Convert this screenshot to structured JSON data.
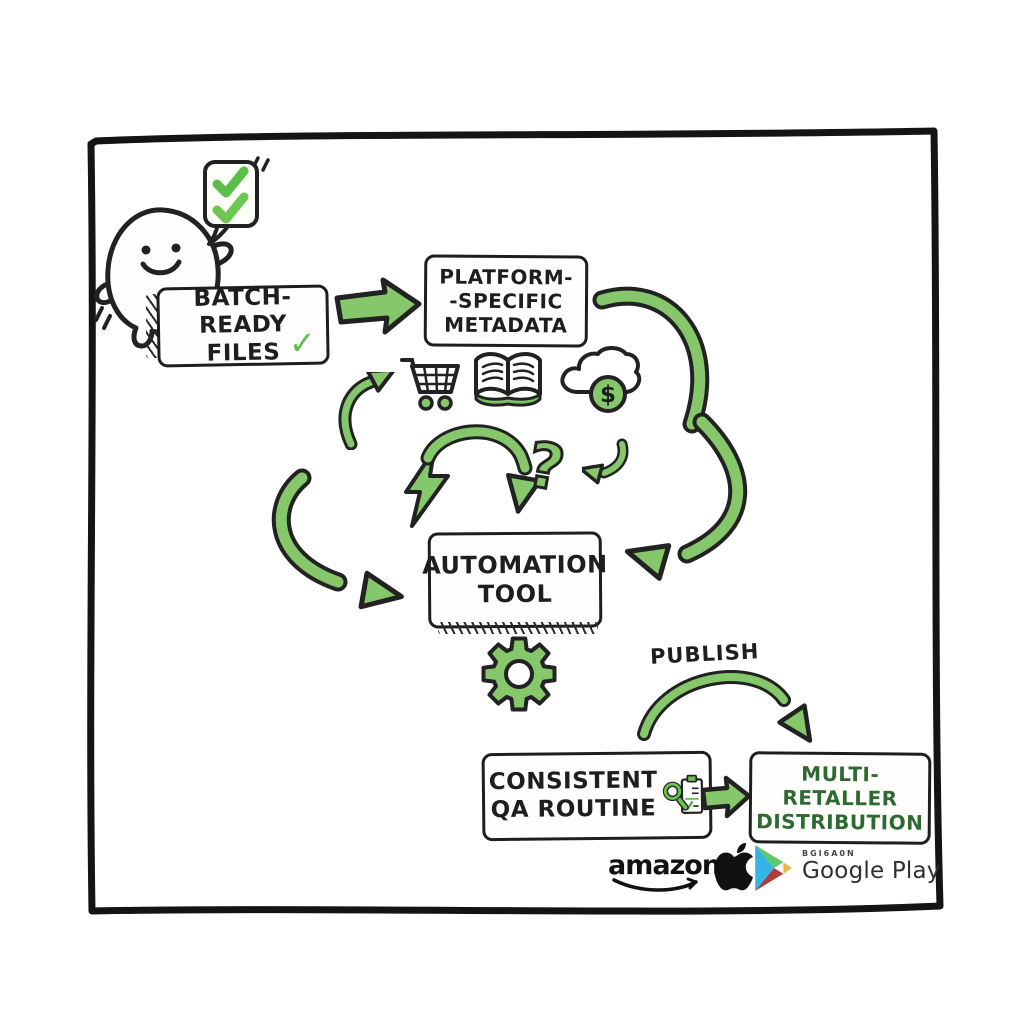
{
  "boxes": {
    "batch": {
      "line1": "BATCH-READY",
      "line2": "FILES"
    },
    "metadata": {
      "line1": "PLATFORM-",
      "line2": "-SPECIFIC",
      "line3": "METADATA"
    },
    "automation": {
      "line1": "AUTOMATION",
      "line2": "TOOL"
    },
    "qa": {
      "line1": "CONSISTENT",
      "line2": "QA ROUTINE"
    },
    "distribution": {
      "line1": "MULTI-RETALLER",
      "line2": "DISTRIBUTION"
    }
  },
  "labels": {
    "publish": "PUBLISH",
    "question_mark": "?",
    "check": "✓",
    "dollar": "$"
  },
  "logos": {
    "amazon": "amazon",
    "google_play_tagline": "BGI6A0N",
    "google_play": "Google Play"
  },
  "colors": {
    "arrow_green": "#85c76a",
    "check_green": "#5cbd4a",
    "text_green": "#2d6a31",
    "ink": "#1e1e1e"
  }
}
